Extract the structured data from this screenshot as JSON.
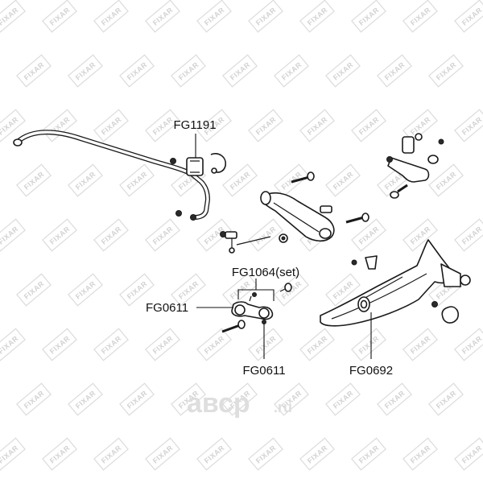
{
  "watermark": {
    "text": "FIXAR"
  },
  "site_logo": {
    "text": "авср",
    "suffix": ".ru"
  },
  "callouts": {
    "fg1191": "FG1191",
    "fg1064": "FG1064(set)",
    "fg0611_left": "FG0611",
    "fg0611_bottom": "FG0611",
    "fg0692": "FG0692"
  }
}
